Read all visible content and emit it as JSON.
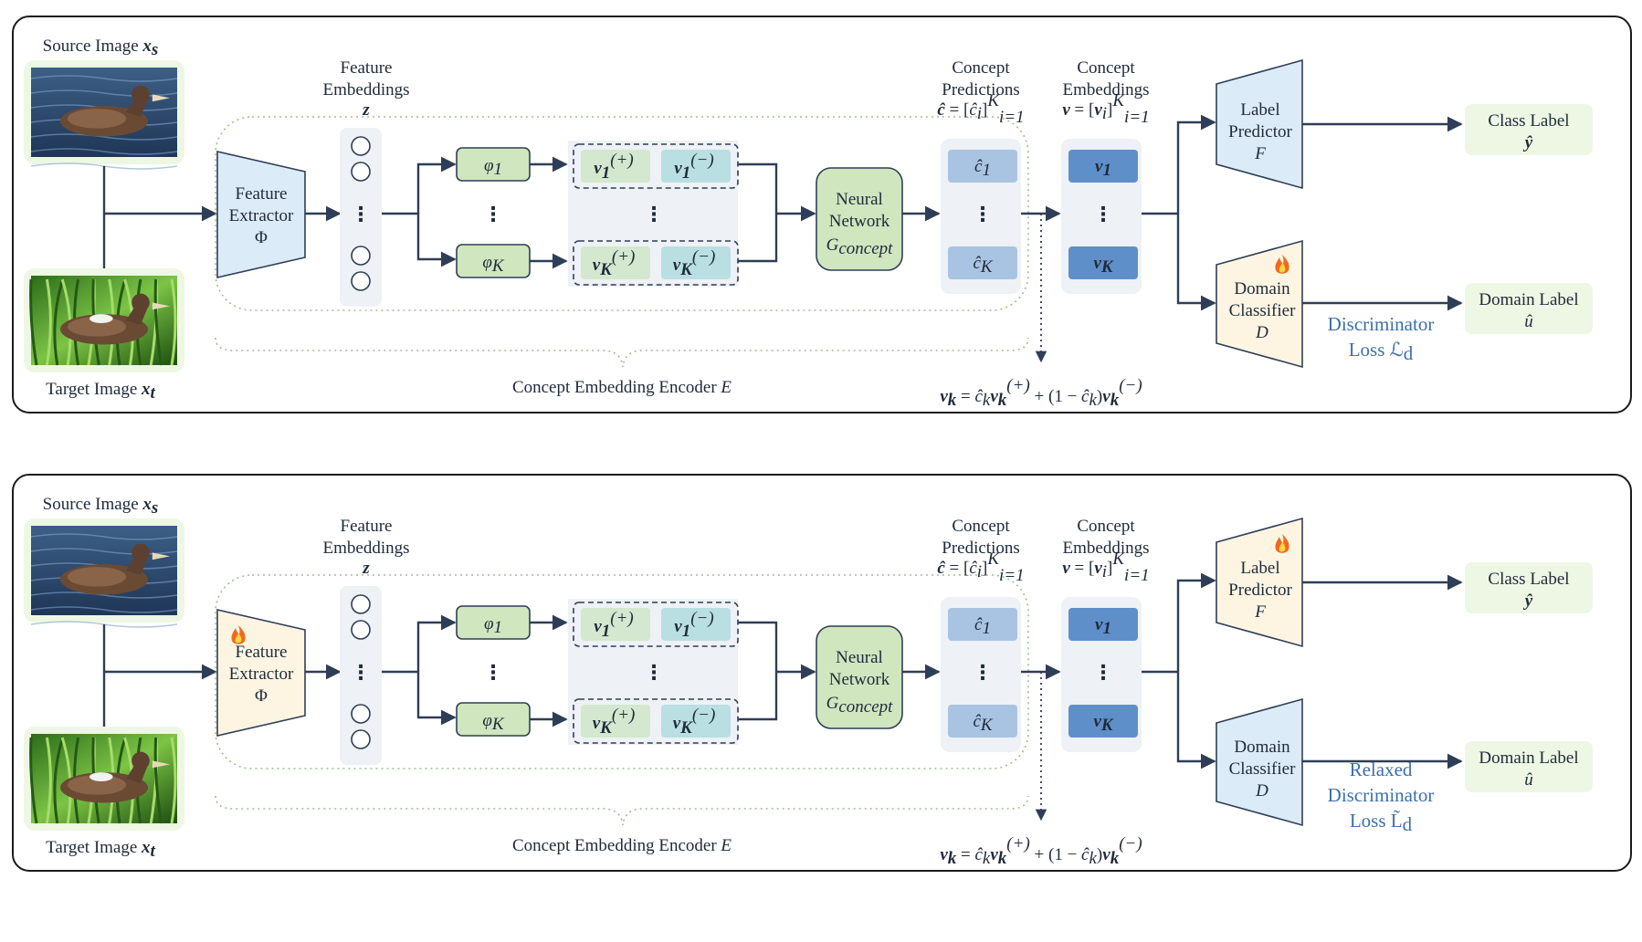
{
  "panels": [
    {
      "source_label": "Source Image",
      "target_label": "Target Image",
      "feature_embeddings": [
        "Feature",
        "Embeddings"
      ],
      "feature_extractor": [
        "Feature",
        "Extractor"
      ],
      "encoder_caption": "Concept Embedding Encoder",
      "neural_network": [
        "Neural",
        "Network"
      ],
      "concept_predictions": [
        "Concept",
        "Predictions"
      ],
      "concept_embeddings": [
        "Concept",
        "Embeddings"
      ],
      "label_predictor": [
        "Label",
        "Predictor"
      ],
      "domain_classifier": [
        "Domain",
        "Classifier"
      ],
      "class_label": "Class Label",
      "domain_label": "Domain Label",
      "loss_lines": [
        "Discriminator",
        "Loss"
      ],
      "flame_feature_extractor": false,
      "flame_label_predictor": false,
      "flame_domain_classifier": true
    },
    {
      "source_label": "Source Image",
      "target_label": "Target Image",
      "feature_embeddings": [
        "Feature",
        "Embeddings"
      ],
      "feature_extractor": [
        "Feature",
        "Extractor"
      ],
      "encoder_caption": "Concept Embedding Encoder",
      "neural_network": [
        "Neural",
        "Network"
      ],
      "concept_predictions": [
        "Concept",
        "Predictions"
      ],
      "concept_embeddings": [
        "Concept",
        "Embeddings"
      ],
      "label_predictor": [
        "Label",
        "Predictor"
      ],
      "domain_classifier": [
        "Domain",
        "Classifier"
      ],
      "class_label": "Class Label",
      "domain_label": "Domain Label",
      "loss_lines": [
        "Relaxed",
        "Discriminator",
        "Loss"
      ],
      "flame_feature_extractor": true,
      "flame_label_predictor": true,
      "flame_domain_classifier": false
    }
  ],
  "colors": {
    "frozen_fill": "#dcebf8",
    "trainable_fill": "#fdf5e2",
    "green_fill": "#cfe6bf",
    "pred_fill": "#a9c4e2",
    "emb_fill": "#5f8fc9",
    "loss_text": "#3b6fb0"
  },
  "icons": [
    "flame-icon"
  ]
}
